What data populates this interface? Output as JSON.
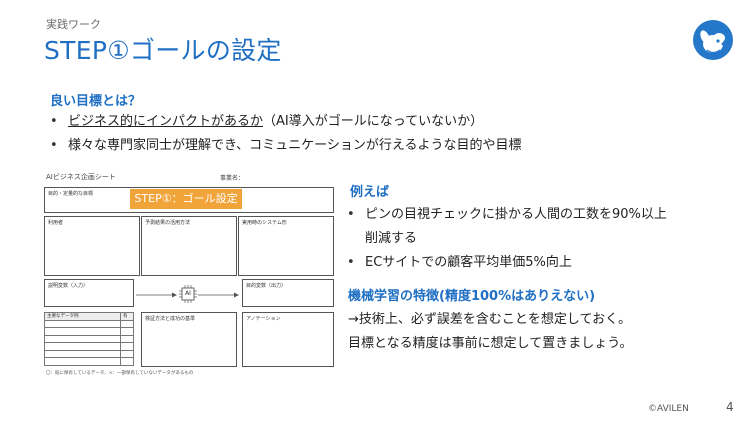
{
  "header": {
    "eyebrow": "実践ワーク",
    "title": "STEP①ゴールの設定"
  },
  "good_goal": {
    "heading": "良い目標とは？",
    "bullets": [
      {
        "underlined": "ビジネス的にインパクトがあるか",
        "rest": "（AI導入がゴールになっていないか）"
      },
      {
        "underlined": "",
        "rest": "様々な専門家同士が理解でき、コミュニケーションが行えるような目的や目標"
      }
    ]
  },
  "worksheet": {
    "title": "AIビジネス企画シート",
    "author_label": "事業名：",
    "goal_label": "目的・定量的な目標",
    "step_banner": "STEP①：ゴール設定",
    "user_label": "利用者",
    "prediction_label": "予測結果の活用方法",
    "system_label": "実用時のシステム形",
    "input_label": "説明変数（入力）",
    "ai_chip": "AI",
    "output_label": "目的変数（出力）",
    "data_header": "主要なデータ例",
    "data_header2": "有",
    "eval_label": "検証方法と成功の基準",
    "annotation_label": "アノテーション",
    "note": "〇：既に保有しているデータ、×：一部保有していないデータがあるもの"
  },
  "example": {
    "heading": "例えば",
    "bullets": [
      {
        "line1": "ピンの目視チェックに掛かる人間の工数を90%以上",
        "line2": "削減する"
      },
      {
        "line1": "ECサイトでの顧客平均単価5%向上",
        "line2": ""
      }
    ]
  },
  "ml": {
    "heading": "機械学習の特徴(精度100%はありえない)",
    "line1": "→技術上、必ず誤差を含むことを想定しておく。",
    "line2": "目標となる精度は事前に想定して置きましょう。"
  },
  "footer": {
    "copyright": "©AVILEN",
    "page": "4"
  },
  "colors": {
    "accent_blue": "#1f6fc4",
    "banner_orange": "#f0a43a"
  },
  "icons": {
    "logo": "dog-logo-icon",
    "chip": "ai-chip-icon"
  }
}
